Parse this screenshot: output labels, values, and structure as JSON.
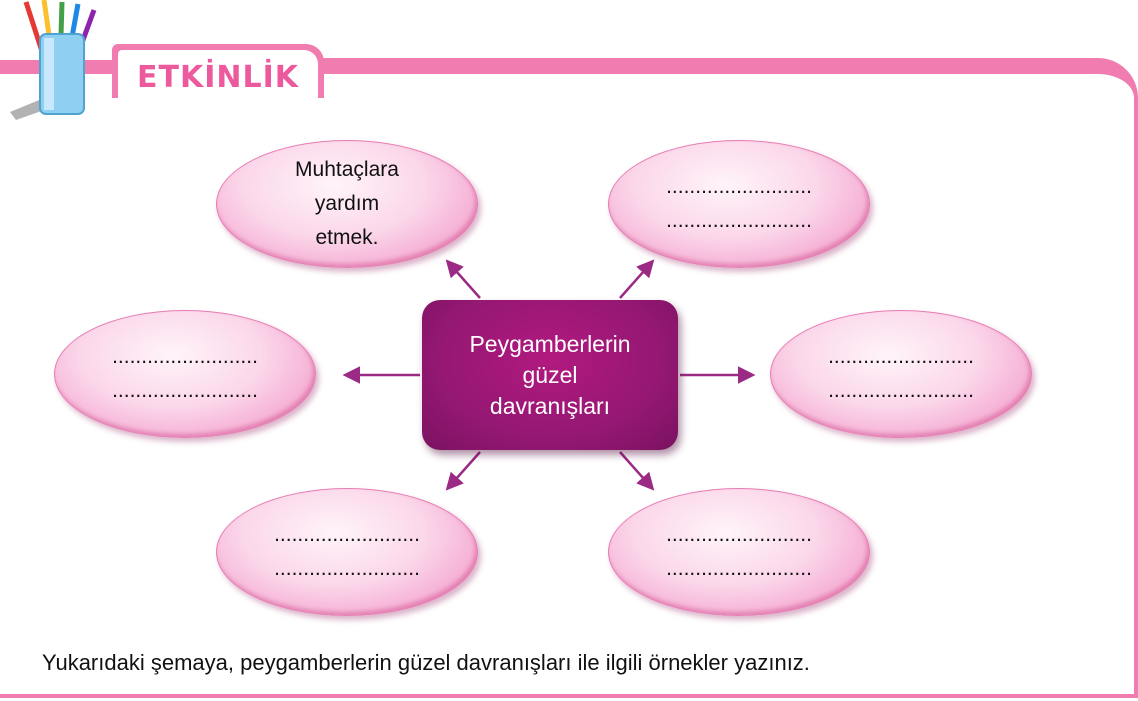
{
  "header": {
    "title": "ETKİNLİK"
  },
  "center": {
    "lines": [
      "Peygamberlerin",
      "güzel",
      "davranışları"
    ]
  },
  "ellipses": [
    {
      "lines": [
        "Muhtaçlara",
        "yardım",
        "etmek."
      ]
    },
    {
      "lines": [
        ".........................",
        "........................."
      ]
    },
    {
      "lines": [
        ".........................",
        "........................."
      ]
    },
    {
      "lines": [
        ".........................",
        "........................."
      ]
    },
    {
      "lines": [
        ".........................",
        "........................."
      ]
    },
    {
      "lines": [
        ".........................",
        "........................."
      ]
    }
  ],
  "instruction": "Yukarıdaki şemaya, peygamberlerin güzel davranışları ile ilgili örnekler yazınız.",
  "colors": {
    "frame": "#f07cb0",
    "center": "#951873",
    "arrow": "#9b2a84",
    "ellipse": "#f4a6cf"
  },
  "icons": {
    "header_icon": "pencil-cup-icon"
  }
}
